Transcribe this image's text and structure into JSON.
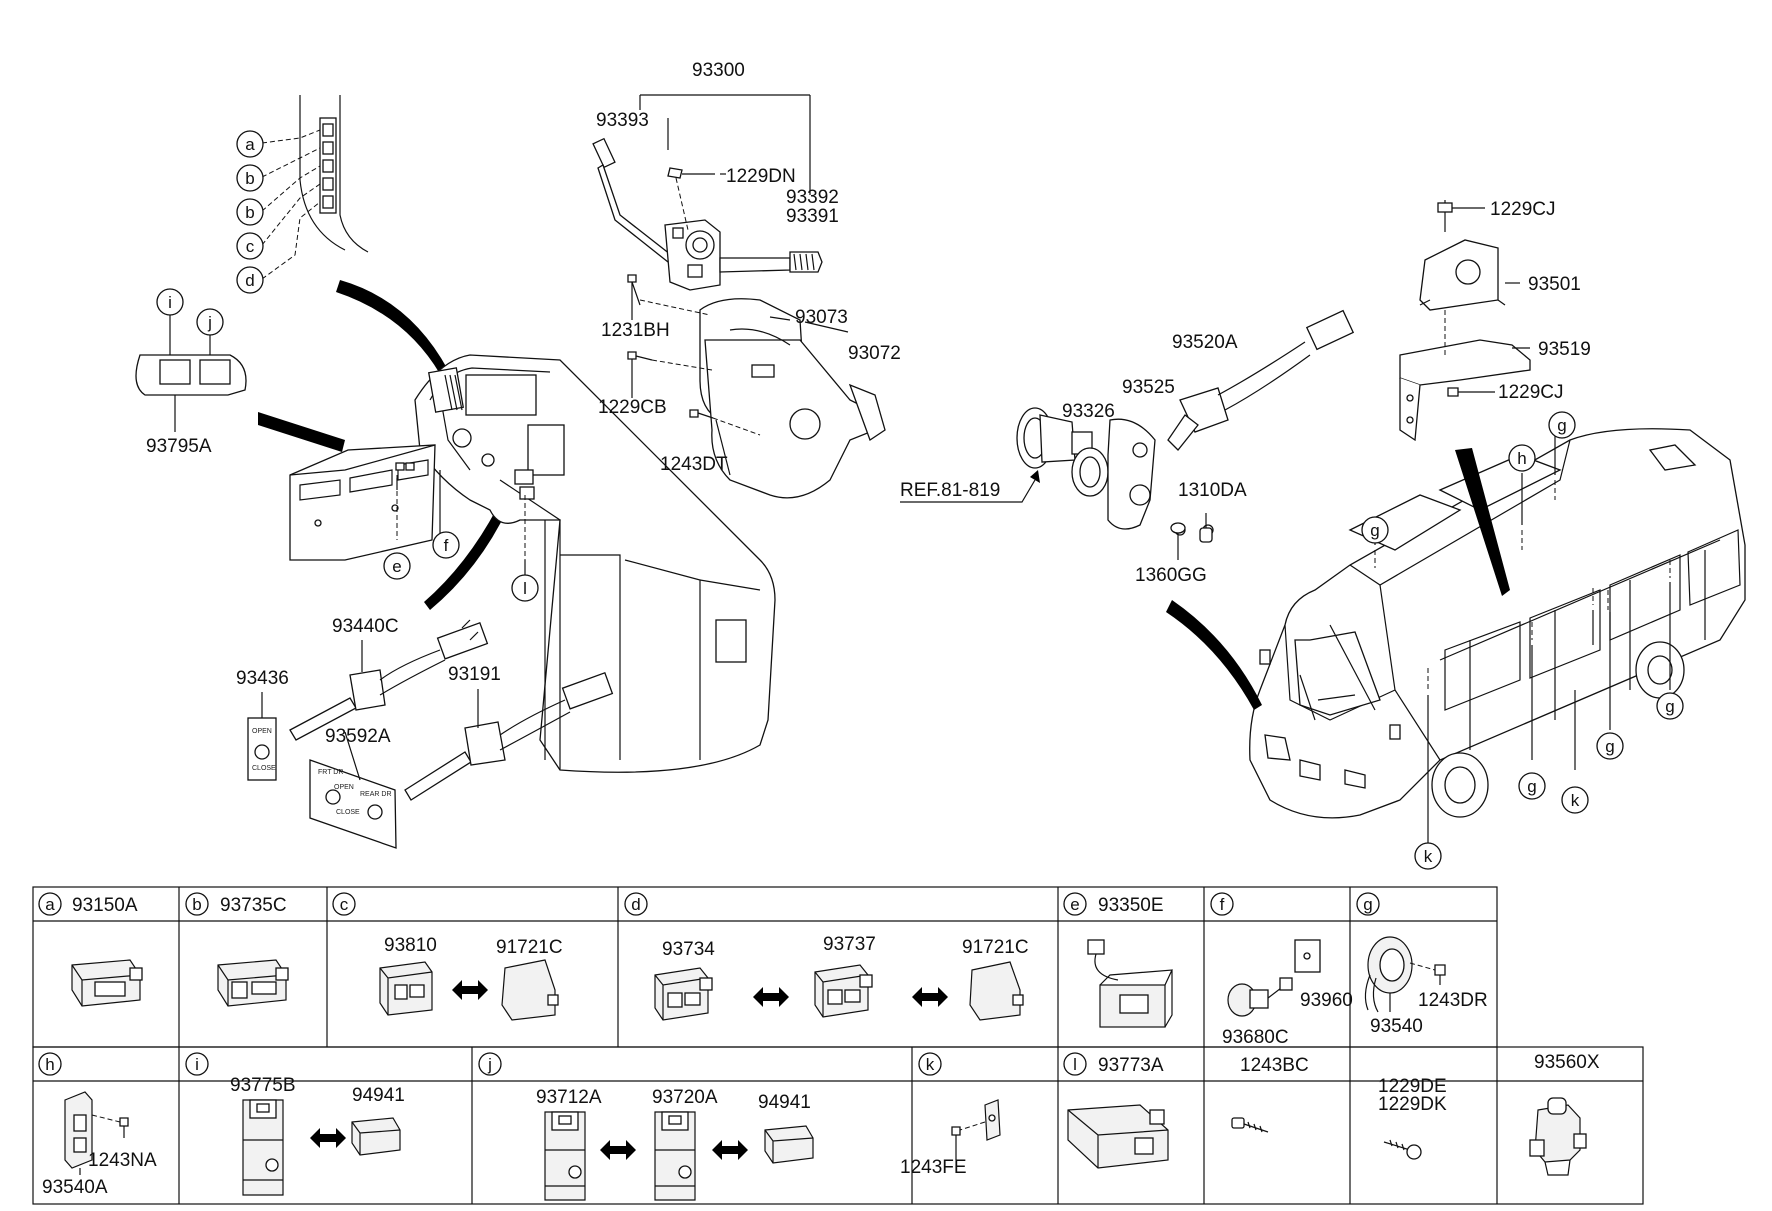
{
  "callouts": [
    {
      "id": "p93300",
      "text": "93300"
    },
    {
      "id": "p93393",
      "text": "93393"
    },
    {
      "id": "p1229DN",
      "text": "1229DN"
    },
    {
      "id": "p93392",
      "text": "93392"
    },
    {
      "id": "p93391",
      "text": "93391"
    },
    {
      "id": "p93073",
      "text": "93073"
    },
    {
      "id": "p1231BH",
      "text": "1231BH"
    },
    {
      "id": "p93072",
      "text": "93072"
    },
    {
      "id": "p1229CB",
      "text": "1229CB"
    },
    {
      "id": "p1243DT",
      "text": "1243DT"
    },
    {
      "id": "p93795A",
      "text": "93795A"
    },
    {
      "id": "p93440C",
      "text": "93440C"
    },
    {
      "id": "p93436",
      "text": "93436"
    },
    {
      "id": "p93191",
      "text": "93191"
    },
    {
      "id": "p93592A",
      "text": "93592A"
    },
    {
      "id": "pREF",
      "text": "REF.81-819"
    },
    {
      "id": "p93326",
      "text": "93326"
    },
    {
      "id": "p93525",
      "text": "93525"
    },
    {
      "id": "p93520A",
      "text": "93520A"
    },
    {
      "id": "p1310DA",
      "text": "1310DA"
    },
    {
      "id": "p1360GG",
      "text": "1360GG"
    },
    {
      "id": "p1229CJa",
      "text": "1229CJ"
    },
    {
      "id": "p93501",
      "text": "93501"
    },
    {
      "id": "p93519",
      "text": "93519"
    },
    {
      "id": "p1229CJb",
      "text": "1229CJ"
    }
  ],
  "circle_letters": [
    {
      "id": "la",
      "text": "a"
    },
    {
      "id": "lb1",
      "text": "b"
    },
    {
      "id": "lb2",
      "text": "b"
    },
    {
      "id": "lc",
      "text": "c"
    },
    {
      "id": "ld",
      "text": "d"
    },
    {
      "id": "li",
      "text": "i"
    },
    {
      "id": "lj",
      "text": "j"
    },
    {
      "id": "le",
      "text": "e"
    },
    {
      "id": "lf",
      "text": "f"
    },
    {
      "id": "ll",
      "text": "l"
    },
    {
      "id": "lg1",
      "text": "g"
    },
    {
      "id": "lh",
      "text": "h"
    },
    {
      "id": "lg2",
      "text": "g"
    },
    {
      "id": "lg3",
      "text": "g"
    },
    {
      "id": "lg4",
      "text": "g"
    },
    {
      "id": "lg5",
      "text": "g"
    },
    {
      "id": "lk1",
      "text": "k"
    },
    {
      "id": "lk2",
      "text": "k"
    }
  ],
  "switch_texts": {
    "open": "OPEN",
    "close": "CLOSE",
    "frt_dr": "FRT DR",
    "rear_dr": "REAR DR"
  },
  "table_rows": [
    {
      "cells": [
        {
          "letter": "a",
          "header": "93150A",
          "parts": []
        },
        {
          "letter": "b",
          "header": "93735C",
          "parts": []
        },
        {
          "letter": "c",
          "header": "",
          "parts": [
            "93810",
            "91721C"
          ]
        },
        {
          "letter": "d",
          "header": "",
          "parts": [
            "93734",
            "93737",
            "91721C"
          ]
        },
        {
          "letter": "e",
          "header": "93350E",
          "parts": []
        },
        {
          "letter": "f",
          "header": "",
          "parts": [
            "93960",
            "93680C"
          ]
        },
        {
          "letter": "g",
          "header": "",
          "parts": [
            "1243DR",
            "93540"
          ]
        }
      ]
    },
    {
      "cells": [
        {
          "letter": "h",
          "header": "",
          "parts": [
            "1243NA",
            "93540A"
          ]
        },
        {
          "letter": "i",
          "header": "",
          "parts": [
            "93775B",
            "94941"
          ]
        },
        {
          "letter": "j",
          "header": "",
          "parts": [
            "93712A",
            "93720A",
            "94941"
          ]
        },
        {
          "letter": "k",
          "header": "",
          "parts": [
            "1243FE"
          ]
        },
        {
          "letter": "l",
          "header": "93773A",
          "parts": []
        },
        {
          "letter": "",
          "header": "1243BC",
          "parts": []
        },
        {
          "letter": "",
          "header": "",
          "parts": [
            "1229DE",
            "1229DK"
          ]
        },
        {
          "letter": "",
          "header": "93560X",
          "parts": []
        }
      ]
    }
  ]
}
